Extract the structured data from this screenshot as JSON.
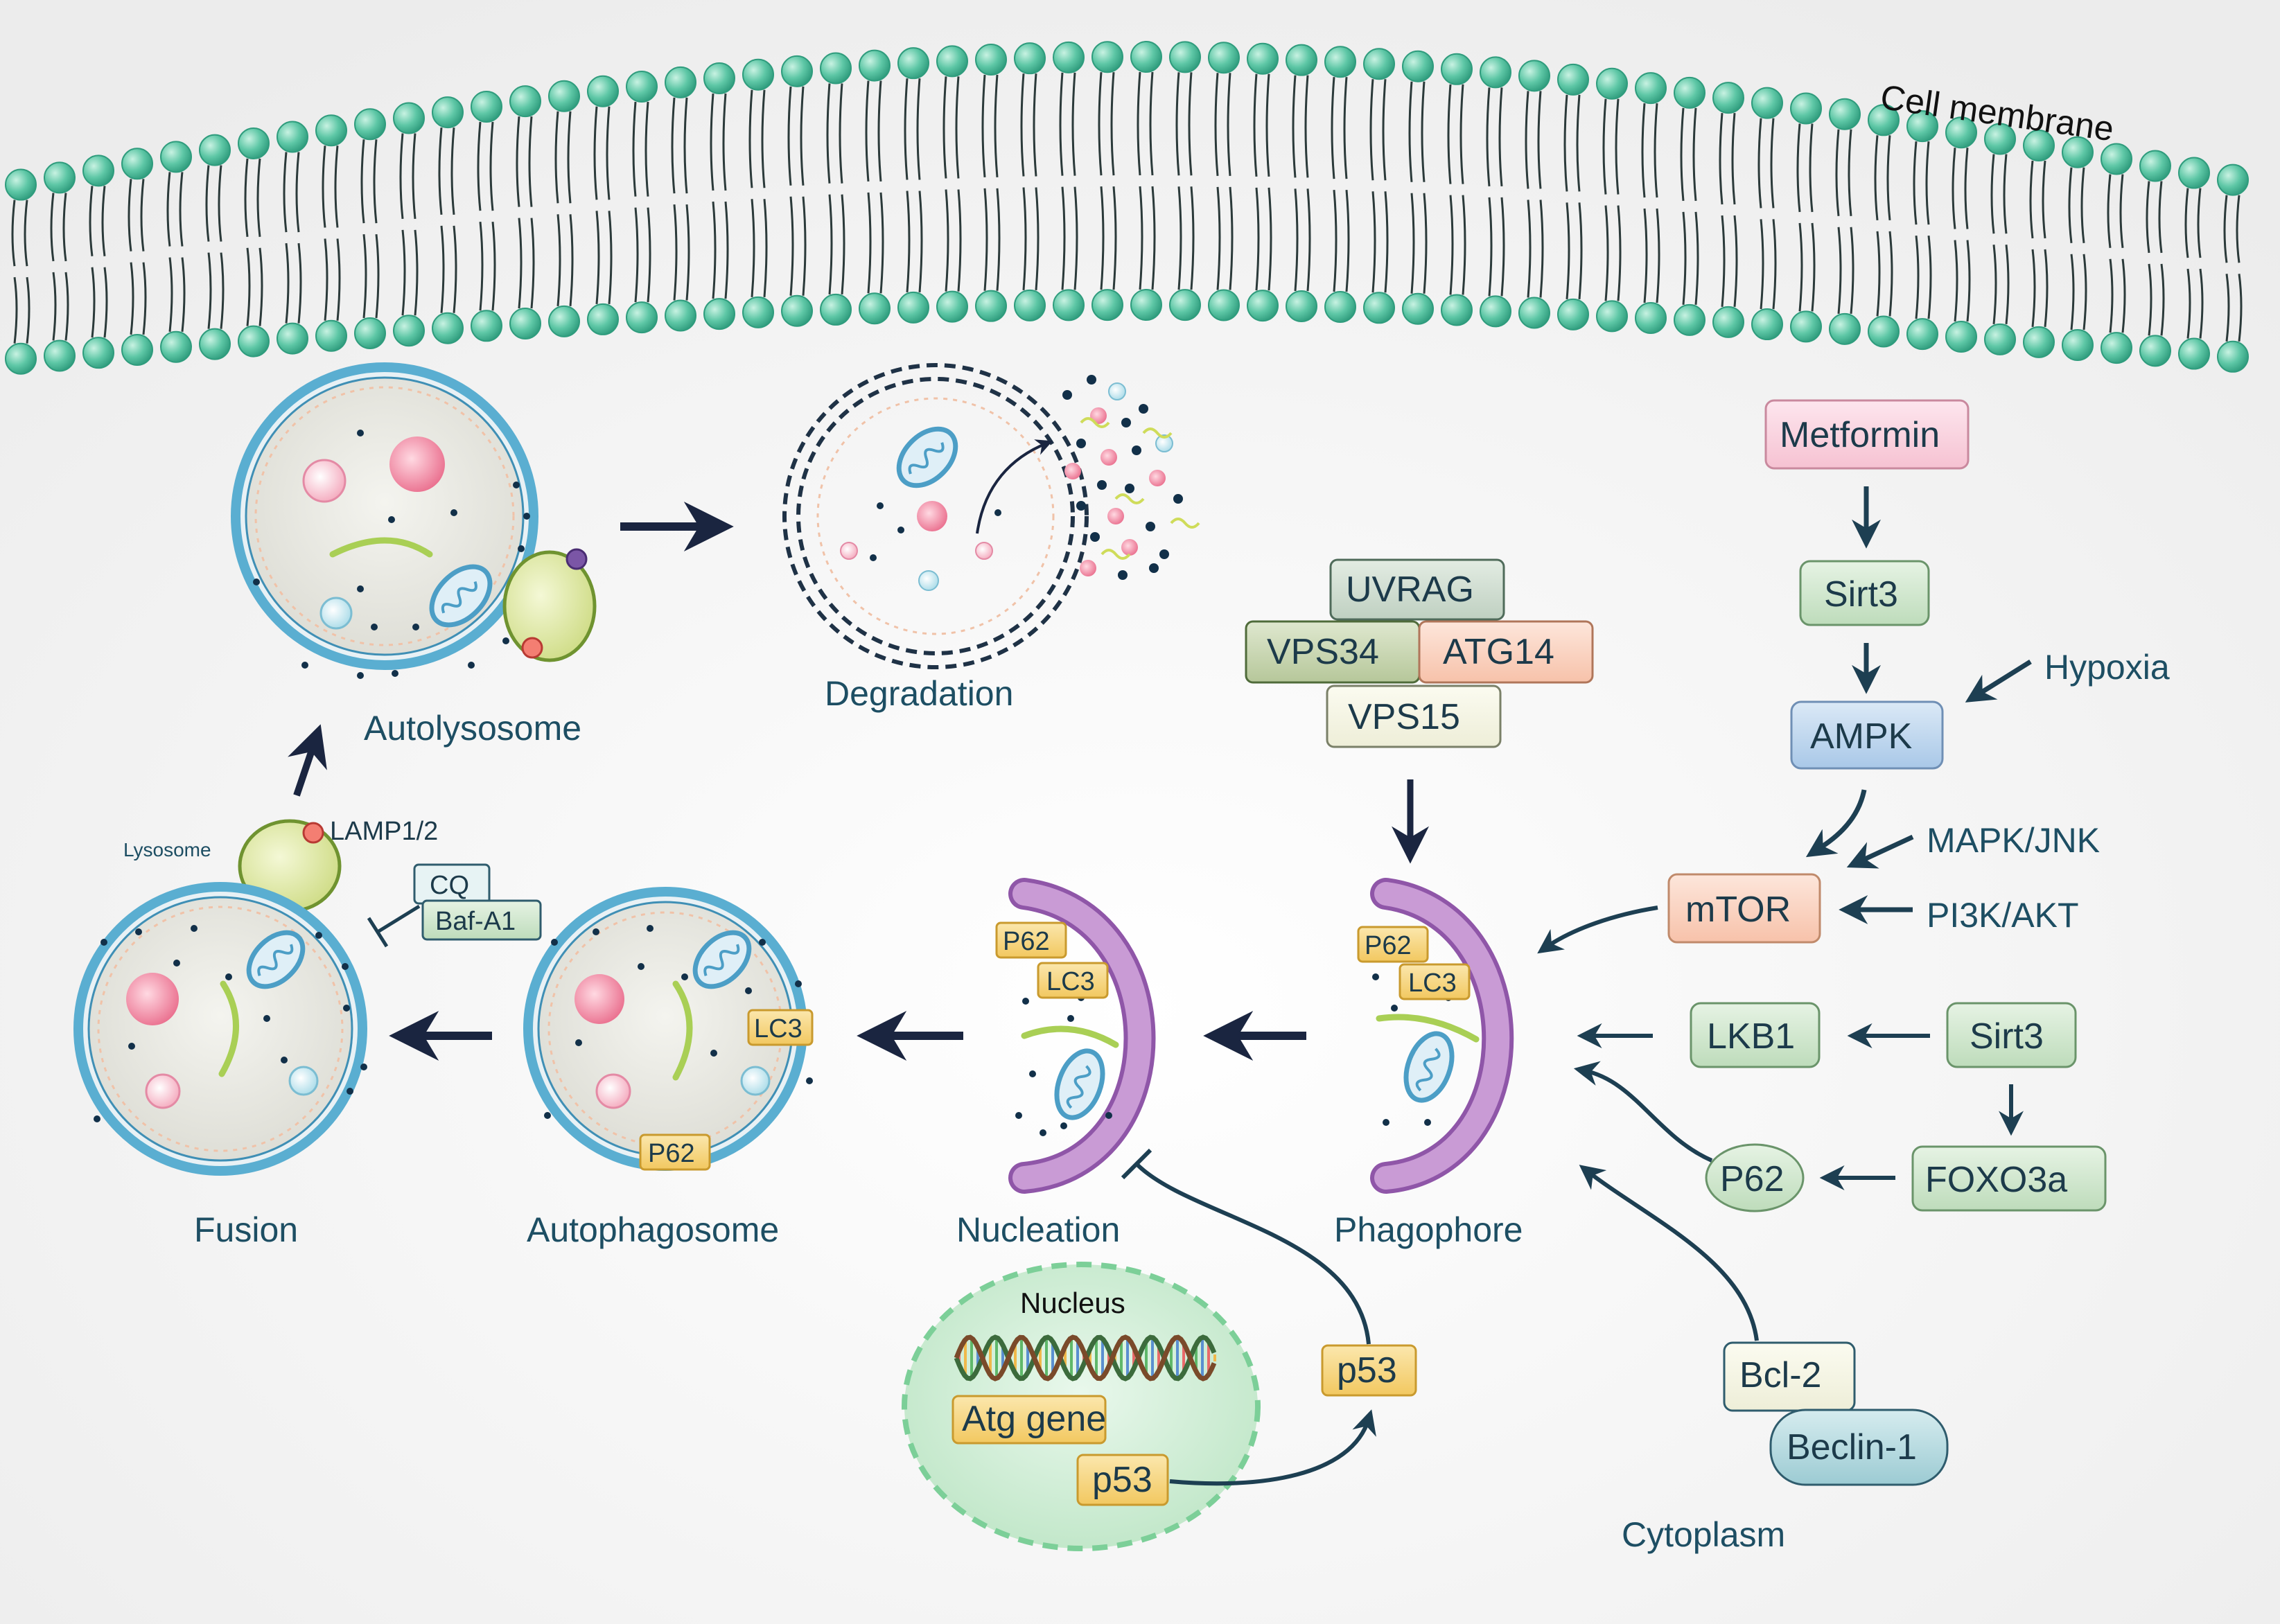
{
  "labels": {
    "cell_membrane": "Cell membrane",
    "degradation": "Degradation",
    "autolysosome": "Autolysosome",
    "lysosome": "Lysosome",
    "lamp": "LAMP1/2",
    "fusion": "Fusion",
    "autophagosome": "Autophagosome",
    "nucleation": "Nucleation",
    "phagophore": "Phagophore",
    "nucleus": "Nucleus",
    "cytoplasm": "Cytoplasm",
    "hypoxia": "Hypoxia",
    "mapk": "MAPK/JNK",
    "pi3k": "PI3K/AKT"
  },
  "complex": {
    "uvrag": "UVRAG",
    "vps34": "VPS34",
    "atg14": "ATG14",
    "vps15": "VPS15"
  },
  "pathway": {
    "metformin": "Metformin",
    "sirt3_top": "Sirt3",
    "ampk": "AMPK",
    "mtor": "mTOR",
    "lkb1": "LKB1",
    "sirt3_right": "Sirt3",
    "foxo3a": "FOXO3a",
    "p62": "P62",
    "bcl2": "Bcl-2",
    "beclin1": "Beclin-1"
  },
  "inhibitors": {
    "cq": "CQ",
    "bafa1": "Baf-A1"
  },
  "tags": {
    "p62": "P62",
    "lc3": "LC3"
  },
  "nucleus_items": {
    "atg_gene": "Atg gene",
    "p53_inner": "p53",
    "p53_outer": "p53"
  },
  "colors": {
    "membrane_head": "#5ec7a6",
    "navy_arrow": "#1a2540",
    "label_teal": "#1d4e63",
    "vesicle_border": "#5aaed1",
    "phagophore": "#b97ec6",
    "lysosome_fill": "#dde8a4",
    "metformin_fill": "#f8d3e0",
    "green_node_fill": "#cfe6cd",
    "ampk_fill": "#bdd6ee",
    "mtor_fill": "#fbd9c9",
    "tag_fill": "#f7d680",
    "nucleus_fill": "#cfeed6"
  }
}
